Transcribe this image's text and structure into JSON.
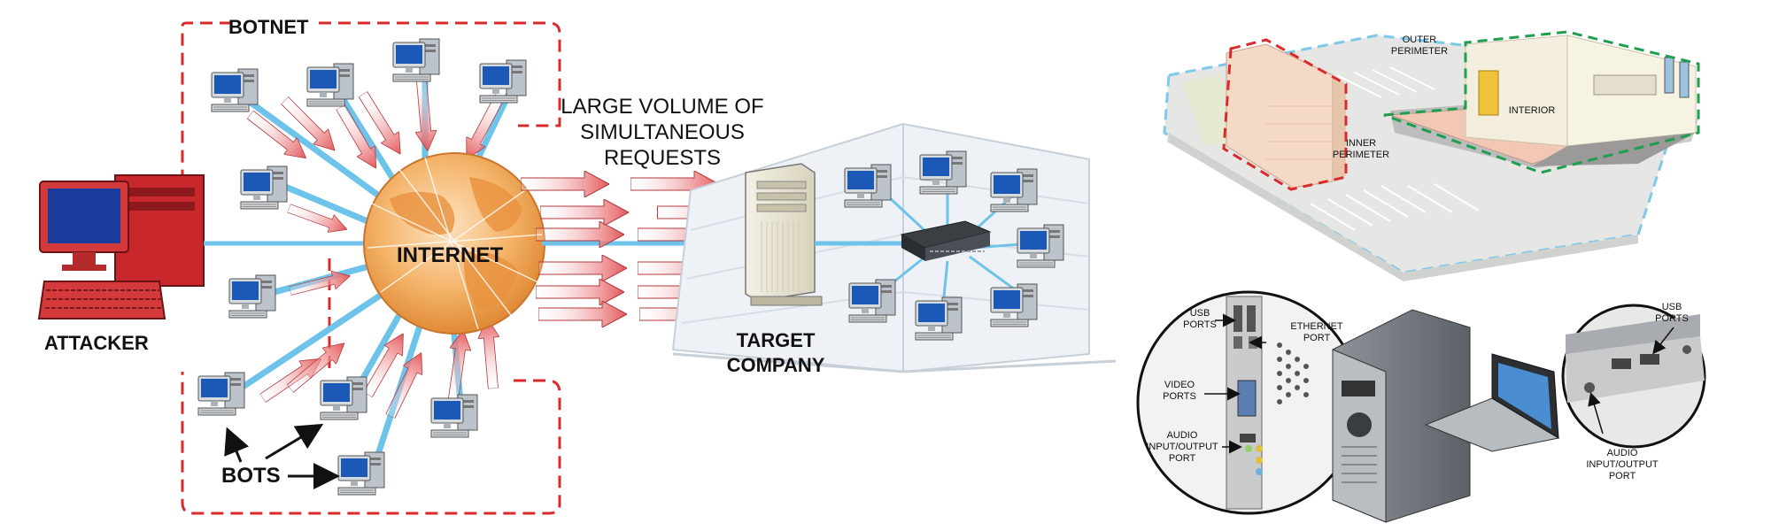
{
  "ddos": {
    "botnet_label": "BOTNET",
    "attacker_label": "ATTACKER",
    "internet_label": "INTERNET",
    "bots_label": "BOTS",
    "requests_label": [
      "LARGE VOLUME OF",
      "SIMULTANEOUS",
      "REQUESTS"
    ],
    "target_label": [
      "TARGET",
      "COMPANY"
    ]
  },
  "perimeter": {
    "outer_label": [
      "OUTER",
      "PERIMETER"
    ],
    "inner_label": [
      "INNER",
      "PERIMETER"
    ],
    "interior_label": "INTERIOR"
  },
  "ports": {
    "usb_left_label": [
      "USB",
      "PORTS"
    ],
    "ethernet_label": [
      "ETHERNET",
      "PORT"
    ],
    "video_label": [
      "VIDEO",
      "PORTS"
    ],
    "audio_left_label": [
      "AUDIO",
      "INPUT/OUTPUT",
      "PORT"
    ],
    "usb_right_label": [
      "USB",
      "PORTS"
    ],
    "audio_right_label": [
      "AUDIO",
      "INPUT/OUTPUT",
      "PORT"
    ]
  },
  "colors": {
    "attacker_red": "#c8282c",
    "botnet_dash": "#d92b2b",
    "globe_orange": "#f0a04b",
    "link_blue": "#6ec3ea",
    "arrow_red": "#e4575a",
    "outer_dash": "#7ec8ea",
    "inner_dash": "#d92b2b",
    "interior_dash": "#1e9e4e"
  }
}
